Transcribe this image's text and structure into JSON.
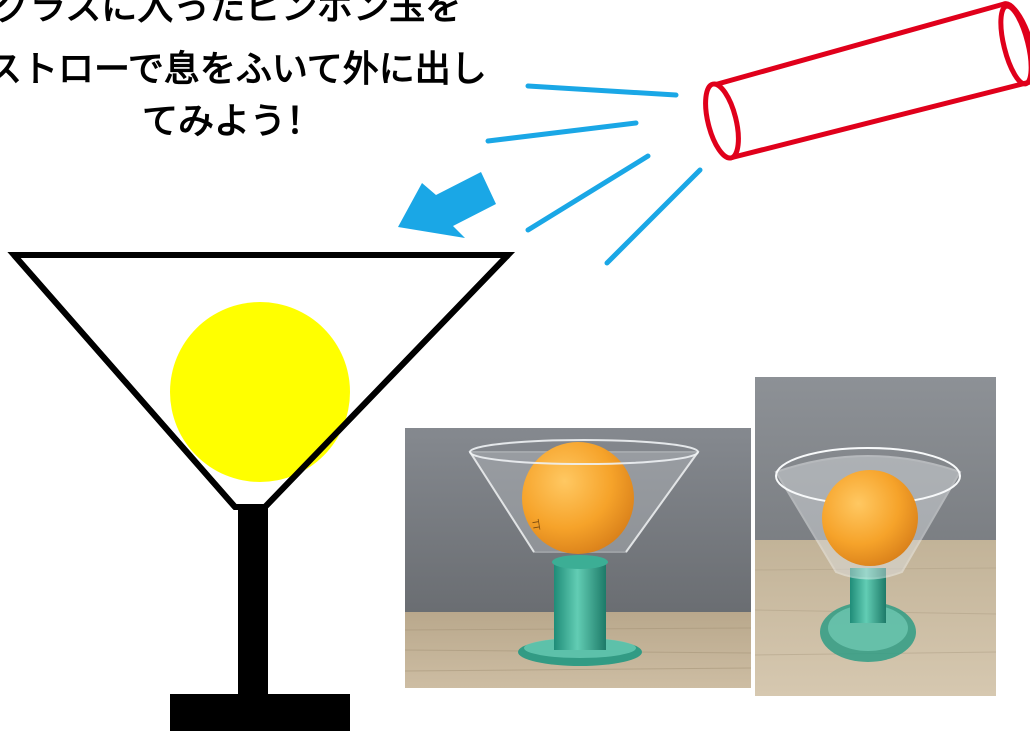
{
  "caption": {
    "line1": "グラスに入ったピンポン玉を",
    "line2": "ストローで息をふいて外に出し",
    "line3": "てみよう！"
  },
  "colors": {
    "background": "#ffffff",
    "text": "#000000",
    "straw_outline": "#e0001b",
    "air_lines": "#1aa7e6",
    "glass_outline": "#000000",
    "ball": "#ffff00",
    "stem": "#000000"
  },
  "photos": [
    {
      "subject": "orange ping pong ball in clear glass cup with green stem, front view"
    },
    {
      "subject": "orange ping pong ball in clear glass cup with green stem, angled view"
    }
  ]
}
